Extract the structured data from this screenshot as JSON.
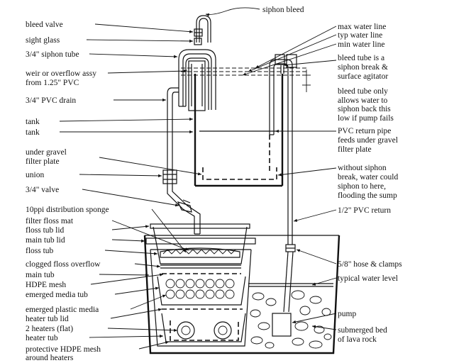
{
  "left_labels": [
    "bleed valve",
    "sight glass",
    "3/4\" siphon tube",
    "weir or overflow assy",
    "from 1.25\" PVC",
    "3/4\" PVC drain",
    "tank",
    "tank",
    "under gravel",
    "filter plate",
    "union",
    "3/4\" valve",
    "10ppi distribution sponge",
    "filter floss mat",
    "floss tub lid",
    "main tub lid",
    "floss tub",
    "clogged floss overflow",
    "main tub",
    "HDPE mesh",
    "emerged media tub",
    "emerged plastic media",
    "heater tub lid",
    "2 heaters (flat)",
    "heater tub",
    "protective HDPE mesh",
    "around heaters"
  ],
  "right_labels": [
    "siphon bleed",
    "max water line",
    "typ water line",
    "min water line",
    "bleed tube is a",
    "siphon break &",
    "surface agitator",
    "bleed tube only",
    "allows water to",
    "siphon back this",
    "low if pump fails",
    "PVC return pipe",
    "feeds under gravel",
    "filter plate",
    "without siphon",
    "break, water could",
    "siphon to here,",
    "flooding the sump",
    "1/2\" PVC return",
    "5/8\" hose & clamps",
    "typical water level",
    "pump",
    "submerged bed",
    "of lava rock"
  ]
}
